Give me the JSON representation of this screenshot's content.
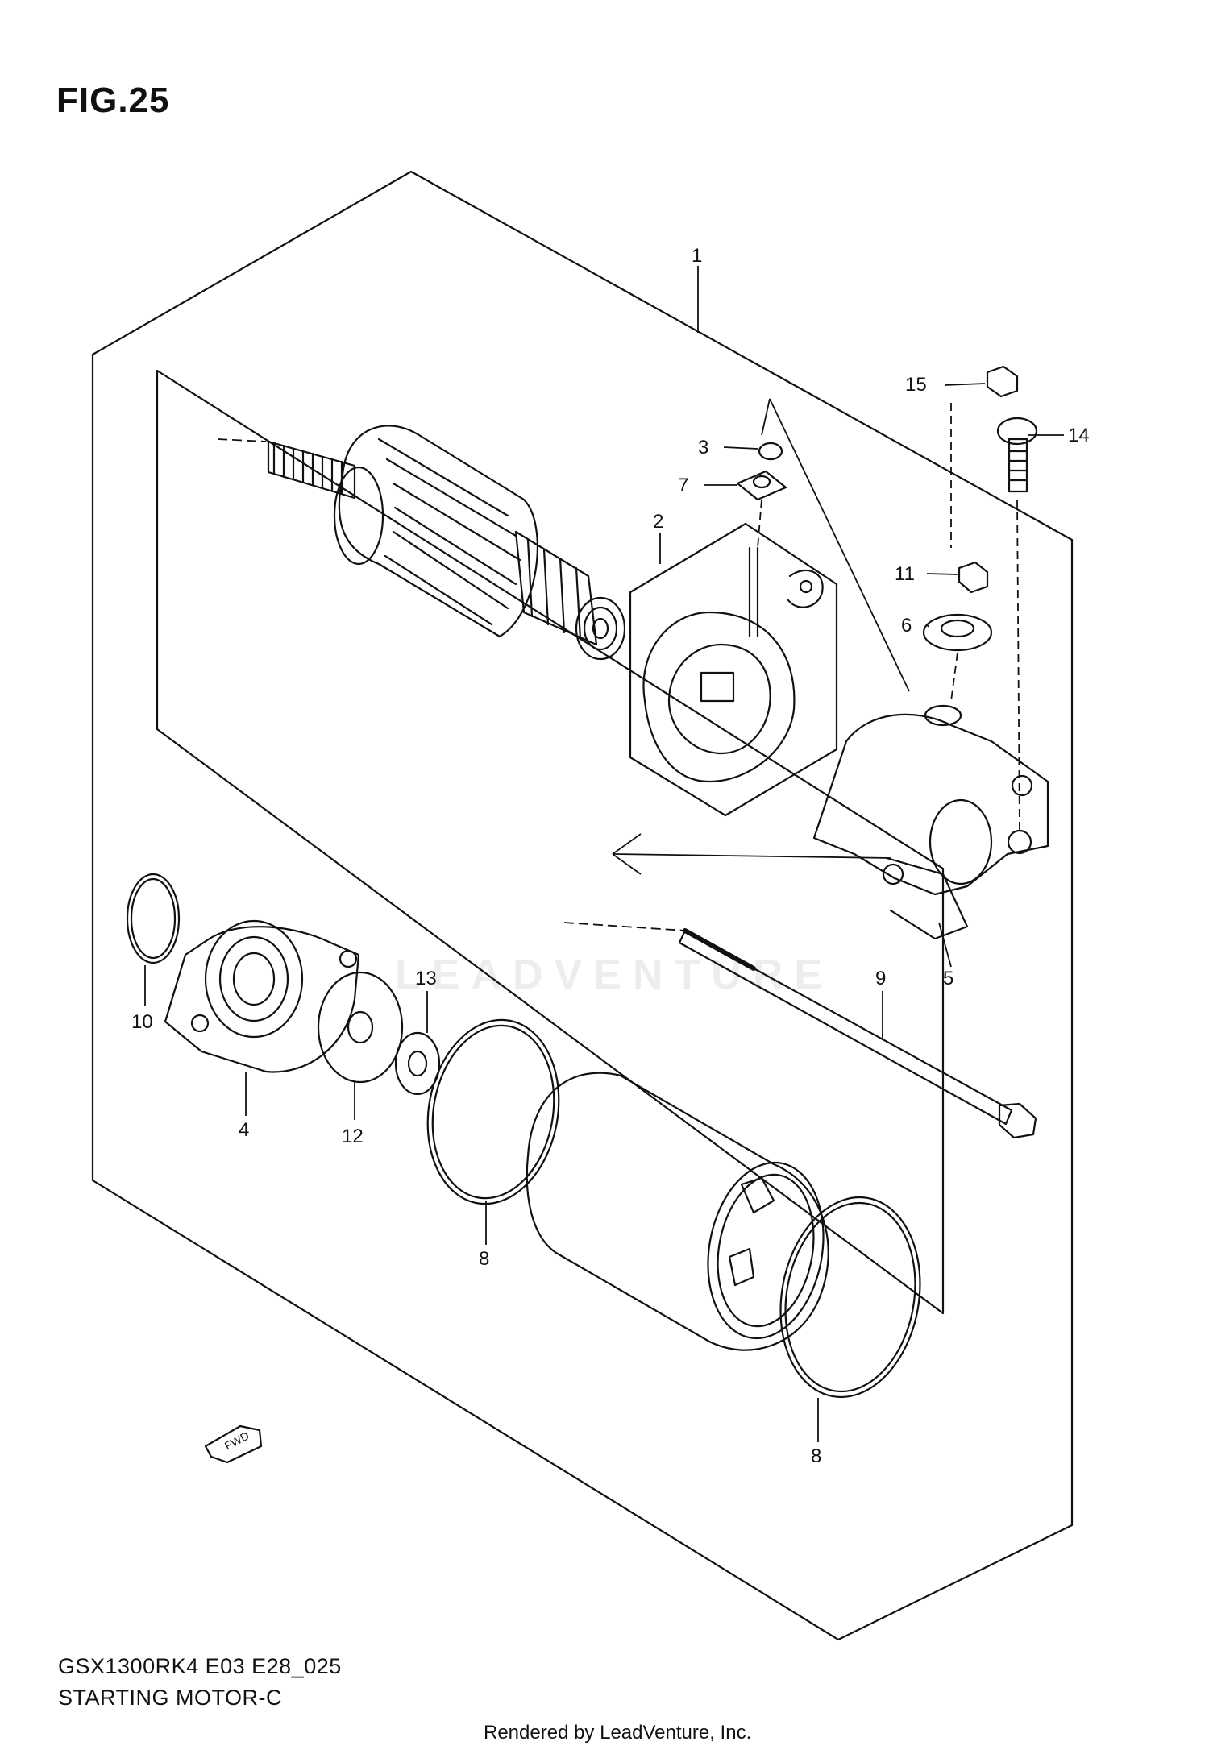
{
  "figure": {
    "title": "FIG.25"
  },
  "callouts": [
    {
      "id": "c1",
      "label": "1"
    },
    {
      "id": "c2",
      "label": "2"
    },
    {
      "id": "c3",
      "label": "3"
    },
    {
      "id": "c4",
      "label": "4"
    },
    {
      "id": "c5",
      "label": "5"
    },
    {
      "id": "c6",
      "label": "6"
    },
    {
      "id": "c7",
      "label": "7"
    },
    {
      "id": "c8a",
      "label": "8"
    },
    {
      "id": "c8b",
      "label": "8"
    },
    {
      "id": "c9",
      "label": "9"
    },
    {
      "id": "c10",
      "label": "10"
    },
    {
      "id": "c11",
      "label": "11"
    },
    {
      "id": "c12",
      "label": "12"
    },
    {
      "id": "c13",
      "label": "13"
    },
    {
      "id": "c14",
      "label": "14"
    },
    {
      "id": "c15",
      "label": "15"
    }
  ],
  "direction_marker": {
    "label": "FWD",
    "icon": "arrow-fwd-icon"
  },
  "watermark": {
    "text": "LEADVENTURE"
  },
  "model_code": "GSX1300RK4 E03 E28_025",
  "diagram_name": "STARTING MOTOR-C",
  "footer": "Rendered by LeadVenture, Inc."
}
